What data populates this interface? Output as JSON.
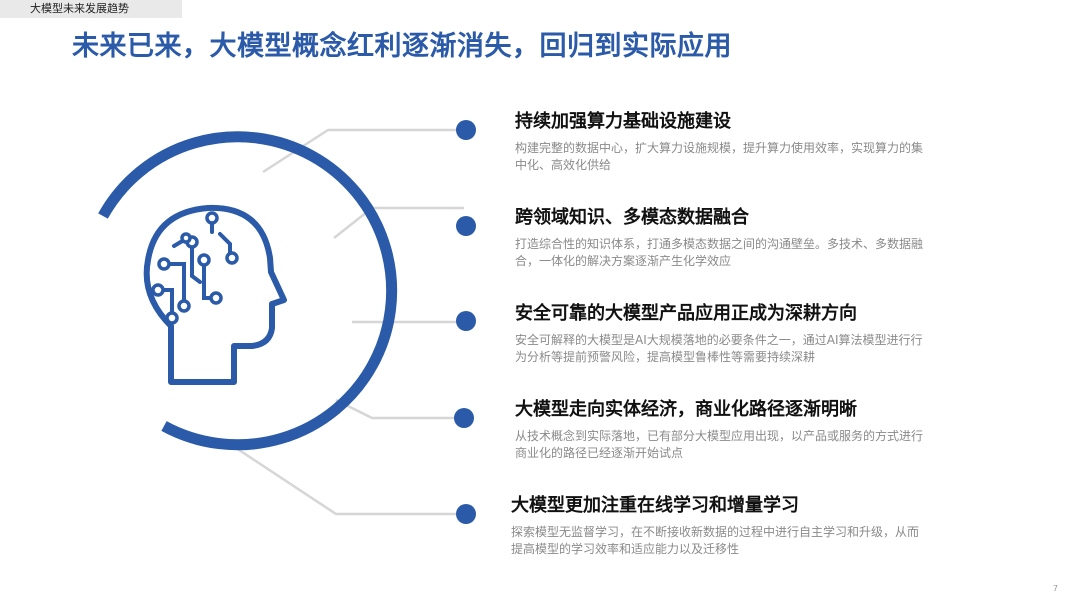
{
  "header": {
    "tag": "大模型未来发展趋势"
  },
  "title": "未来已来，大模型概念红利逐渐消失，回归到实际应用",
  "items": [
    {
      "title": "持续加强算力基础设施建设",
      "desc": "构建完整的数据中心，扩大算力设施规模，提升算力使用效率，实现算力的集中化、高效化供给"
    },
    {
      "title": "跨领域知识、多模态数据融合",
      "desc": "打造综合性的知识体系，打通多模态数据之间的沟通壁垒。多技术、多数据融合，一体化的解决方案逐渐产生化学效应"
    },
    {
      "title": "安全可靠的大模型产品应用正成为深耕方向",
      "desc": "安全可解释的大模型是AI大规模落地的必要条件之一，通过AI算法模型进行行为分析等提前预警风险，提高模型鲁棒性等需要持续深耕"
    },
    {
      "title": "大模型走向实体经济，商业化路径逐渐明晰",
      "desc": "从技术概念到实际落地，已有部分大模型应用出现，以产品或服务的方式进行商业化的路径已经逐渐开始试点"
    },
    {
      "title": "大模型更加注重在线学习和增量学习",
      "desc": "探索模型无监督学习，在不断接收新数据的过程中进行自主学习和升级，从而提高模型的学习效率和适应能力以及迁移性"
    }
  ],
  "page_number": "7",
  "colors": {
    "accent": "#2a5aa8",
    "connector": "#d6d6d6",
    "text": "#111111",
    "muted": "#8a8a8a"
  }
}
